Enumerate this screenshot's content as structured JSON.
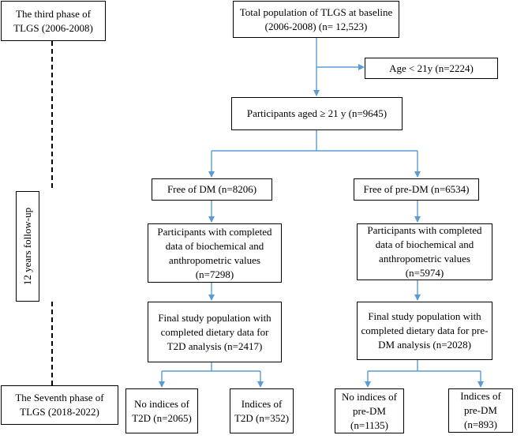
{
  "timeline": {
    "start_phase": "The third phase of TLGS (2006-2008)",
    "follow_up": "12 years follow-up",
    "end_phase": "The Seventh phase of TLGS (2018-2022)"
  },
  "nodes": {
    "baseline": "Total population of TLGS at baseline (2006-2008) (n= 12,523)",
    "excluded_age": "Age < 21y (n=2224)",
    "aged21": "Participants aged ≥ 21 y (n=9645)",
    "free_dm": "Free of DM (n=8206)",
    "free_predm": "Free of pre-DM (n=6534)",
    "complete_dm": "Participants with completed data of biochemical and anthropometric values (n=7298)",
    "complete_predm": "Participants with completed data of biochemical and anthropometric values (n=5974)",
    "final_t2d": "Final study population with completed dietary data for T2D analysis (n=2417)",
    "final_predm": "Final study population with completed dietary data for pre-DM analysis (n=2028)",
    "no_t2d": "No indices of T2D (n=2065)",
    "yes_t2d": "Indices of T2D (n=352)",
    "no_predm": "No indices of pre-DM (n=1135)",
    "yes_predm": "Indices of pre-DM (n=893)"
  },
  "colors": {
    "arrow": "#5b9bd5",
    "border": "#000000"
  }
}
